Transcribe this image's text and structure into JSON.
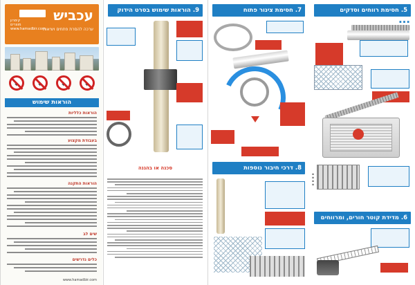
{
  "brand": {
    "name": "עכביש",
    "tagline": "ערכה להסרת פתחים ויציאות",
    "company_lines": [
      "קימרון",
      "מוצרים",
      "www.hamadbir.com"
    ]
  },
  "left_panel": {
    "usage_title": "הוראות שימוש",
    "sections": [
      "הוראות כלליות",
      "בעבודת מקצוע",
      "הוראות התקנה",
      "שים לב",
      "כלים נדרשים"
    ],
    "footer": "www.hamadbir.com"
  },
  "steps": {
    "s5": {
      "title": "5. חסימת רווחים וסדקים"
    },
    "s6": {
      "title": "6. מדידת קוטר חורים, ומרווחים"
    },
    "s7": {
      "title": "7. חסימת צינור פתוח"
    },
    "s8": {
      "title": "8. דרכי חיבור נוספות"
    },
    "s9": {
      "title": "9. הוראות שימוש בסרט הידוק"
    },
    "s9_lower": {
      "title": "סכנה או בהגנה"
    }
  },
  "colors": {
    "accent_blue": "#1f7fc4",
    "accent_orange": "#e8801f",
    "warning_red": "#d63a2a"
  }
}
